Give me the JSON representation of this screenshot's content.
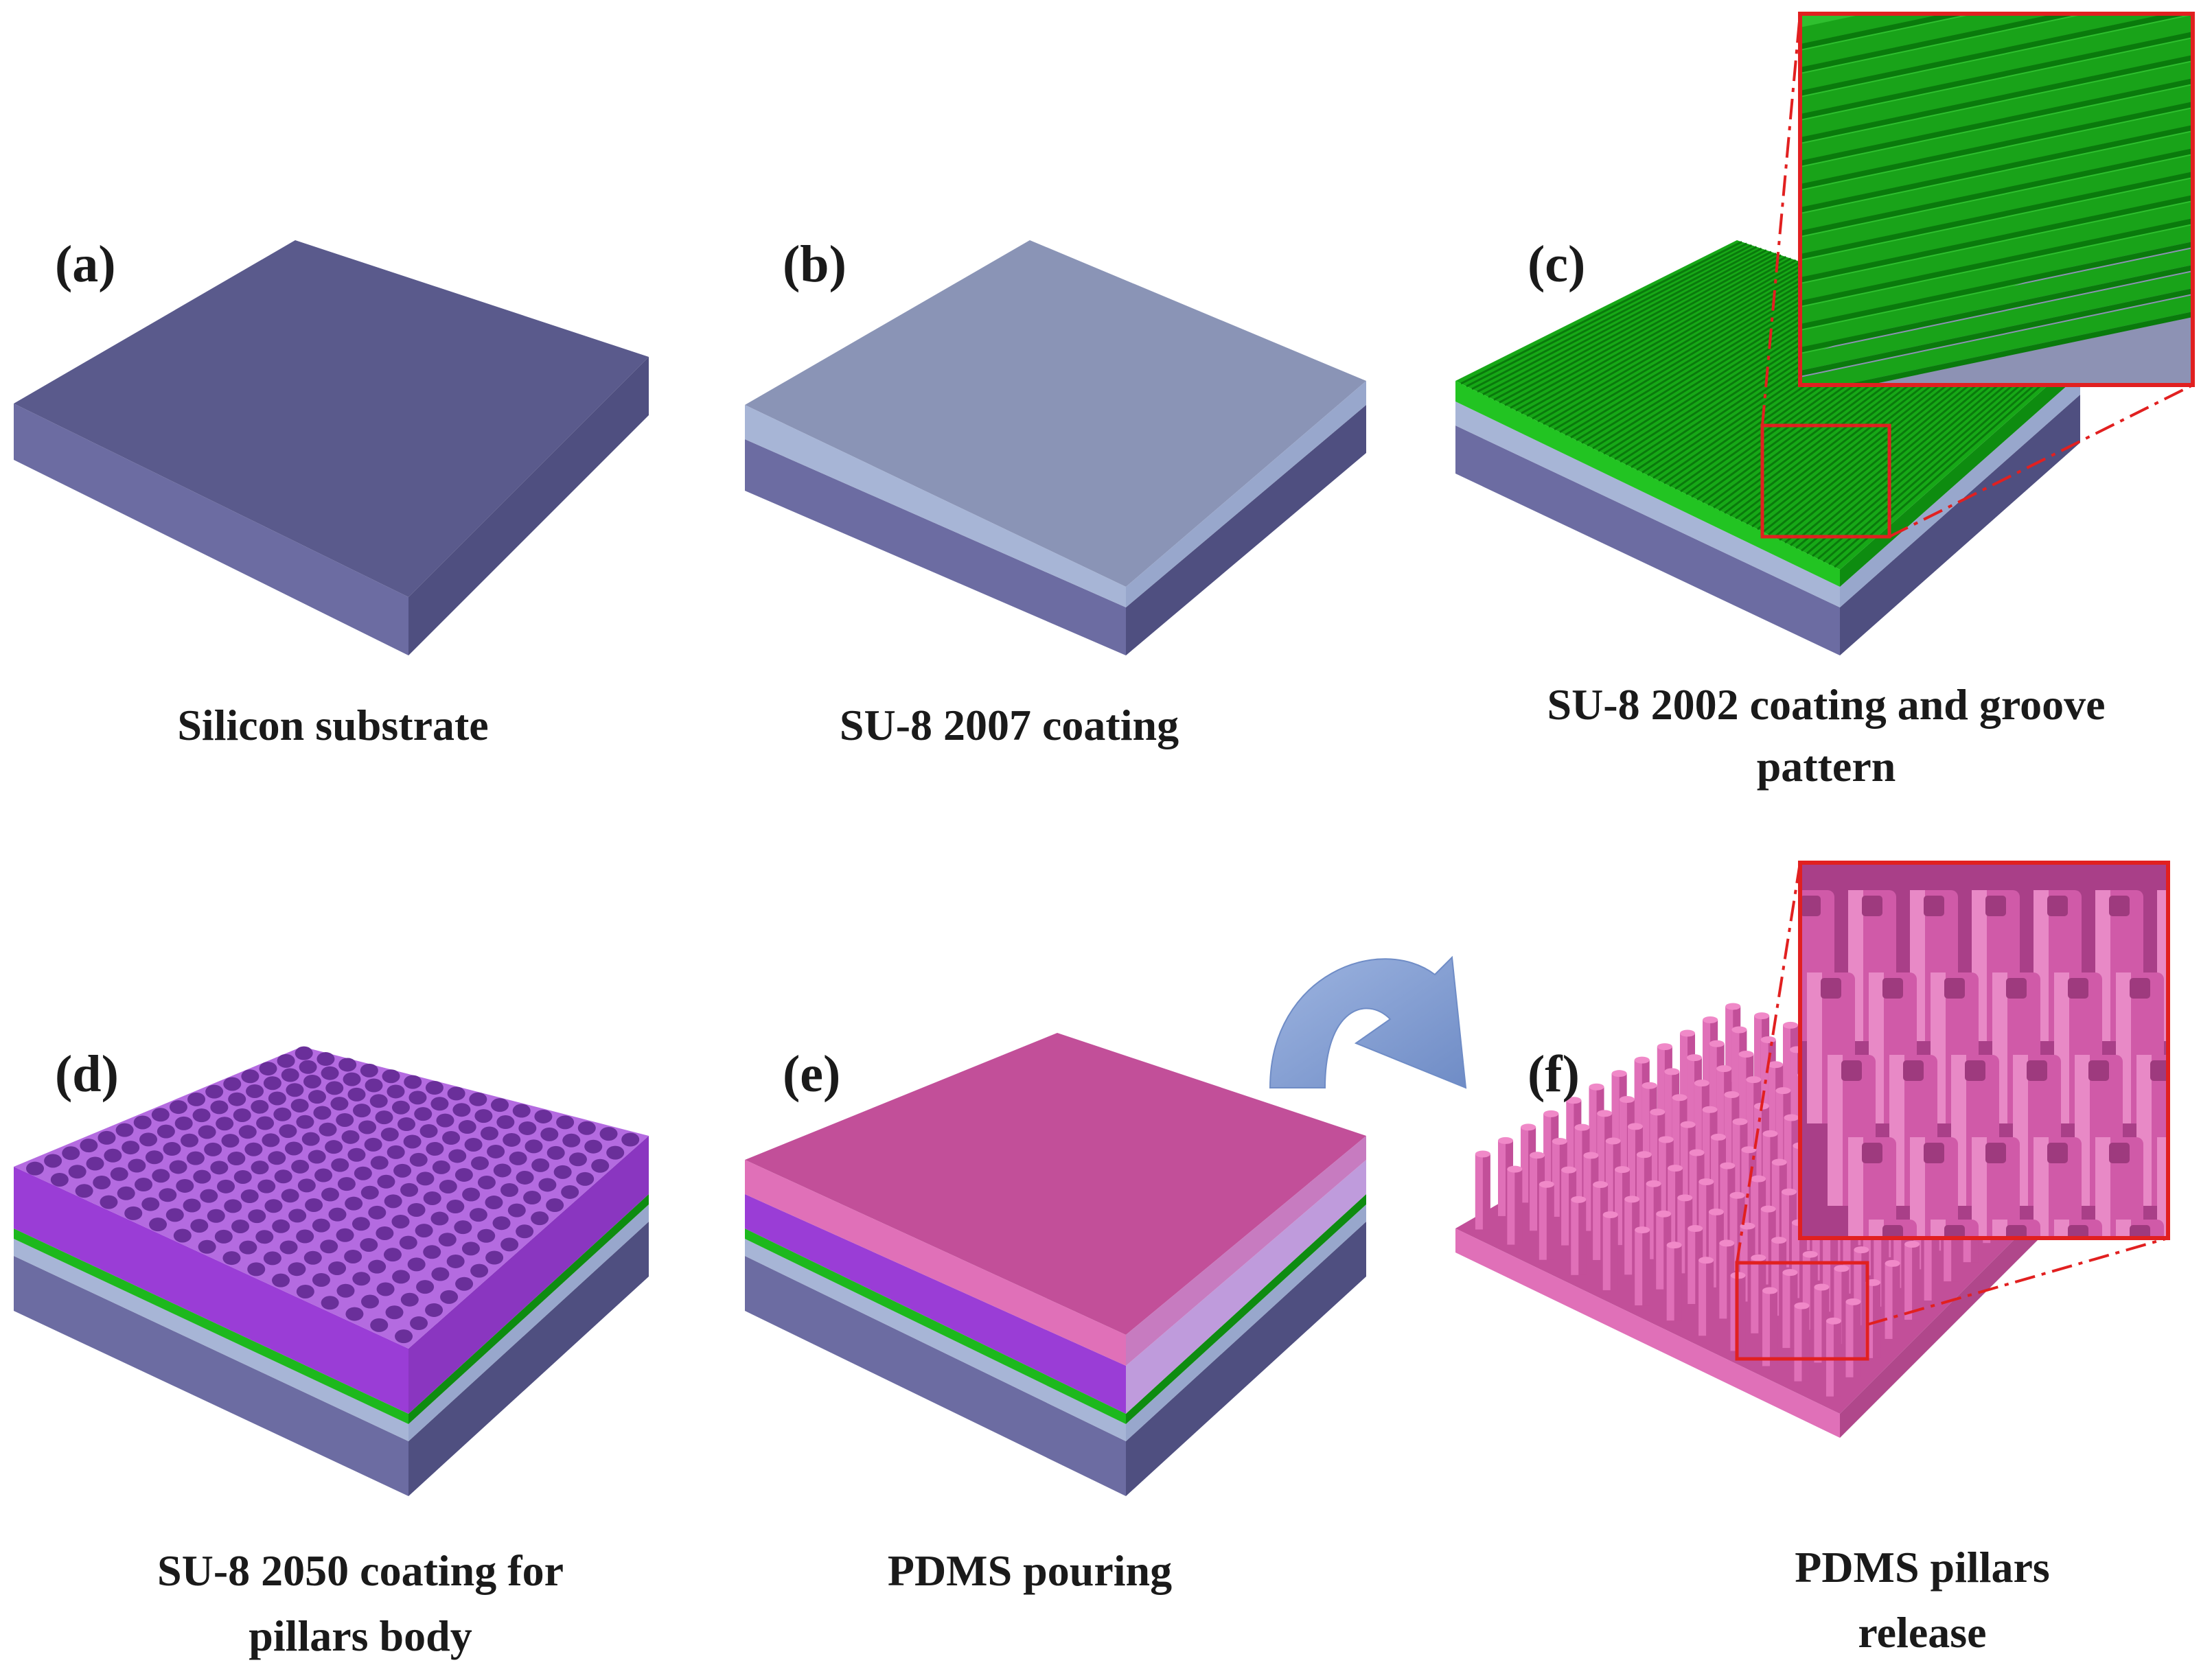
{
  "panels": {
    "a": {
      "label": "(a)",
      "caption": [
        "Silicon substrate"
      ]
    },
    "b": {
      "label": "(b)",
      "caption": [
        "SU-8 2007 coating"
      ]
    },
    "c": {
      "label": "(c)",
      "caption": [
        "SU-8 2002 coating and groove",
        "pattern"
      ]
    },
    "d": {
      "label": "(d)",
      "caption": [
        "SU-8 2050 coating  for",
        "pillars body"
      ]
    },
    "e": {
      "label": "(e)",
      "caption": [
        "PDMS pouring"
      ]
    },
    "f": {
      "label": "(f)",
      "caption": [
        "PDMS pillars",
        "release"
      ]
    }
  },
  "colors": {
    "silicon_top": "#5a5a8c",
    "silicon_front": "#6c6ca2",
    "silicon_side": "#4f4f80",
    "su8_2007_top": "#8a94b6",
    "su8_2007_edge": "#a7b5d6",
    "groove_green": "#1db81d",
    "groove_green_dark": "#0e8c10",
    "su8_2050_top": "#b46be0",
    "su8_2050_front": "#9a3dd6",
    "su8_2050_side": "#8a36c0",
    "pdms_top": "#c24f99",
    "pdms_edge": "#e070b8",
    "pdms_pillar": "#d05aa8",
    "zoom_frame": "#e12020",
    "arrow": "#7f98cc"
  },
  "icons": {
    "arrow": "curved-arrow-icon"
  }
}
